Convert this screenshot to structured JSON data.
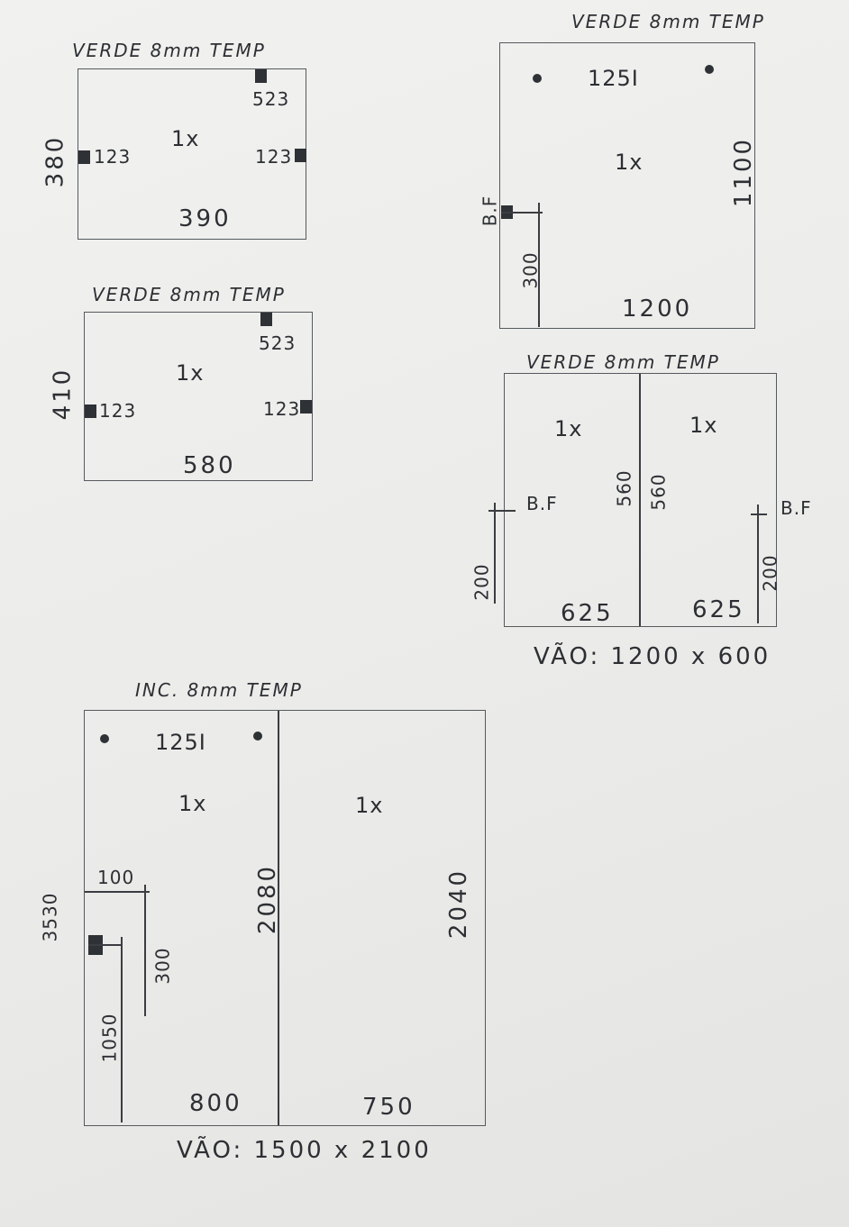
{
  "glass_spec": {
    "verde": "VERDE 8mm TEMP",
    "verde_b": "VERDE 8mm TEMP",
    "verde_c": "VERDE 8mm TEMP",
    "verde_d": "VERDE 8mm TEMP",
    "inc": "INC. 8mm TEMP"
  },
  "piece_a": {
    "height": "380",
    "width": "390",
    "qty": "1x",
    "hw_left": "123",
    "hw_right": "123",
    "hw_top": "523"
  },
  "piece_b": {
    "height": "410",
    "width": "580",
    "qty": "1x",
    "hw_left": "123",
    "hw_right": "123",
    "hw_top": "523"
  },
  "piece_c": {
    "height": "1100",
    "width": "1200",
    "qty": "1x",
    "hw_top": "125I",
    "bf": "B.F",
    "bf_height": "300"
  },
  "piece_d": {
    "left": {
      "qty": "1x",
      "width": "625",
      "height": "560",
      "bf": "B.F",
      "bf_height": "200"
    },
    "right": {
      "qty": "1x",
      "width": "625",
      "height": "560",
      "bf": "B.F",
      "bf_height": "200"
    },
    "opening": "VÃO: 1200 x 600"
  },
  "piece_e": {
    "left": {
      "qty": "1x",
      "width": "800",
      "height": "2080",
      "hw_top": "125I",
      "offset_x": "100",
      "handle_len": "300",
      "handle_height": "1050",
      "side_mark": "3530"
    },
    "right": {
      "qty": "1x",
      "width": "750",
      "height": "2040"
    },
    "opening": "VÃO: 1500 x 2100"
  }
}
